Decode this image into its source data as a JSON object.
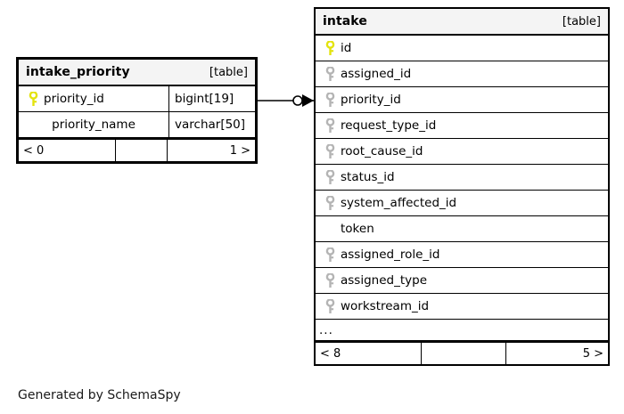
{
  "diagram": {
    "credit": "Generated by SchemaSpy",
    "table_tag": "[table]"
  },
  "tables": [
    {
      "id": "intake_priority",
      "name": "intake_priority",
      "tag": "[table]",
      "columns": [
        {
          "name": "priority_id",
          "type": "bigint[19]",
          "key": "primary"
        },
        {
          "name": "priority_name",
          "type": "varchar[50]",
          "key": "none"
        }
      ],
      "footer": {
        "left": "< 0",
        "middle": "",
        "right": "1 >"
      }
    },
    {
      "id": "intake",
      "name": "intake",
      "tag": "[table]",
      "columns": [
        {
          "name": "id",
          "key": "primary"
        },
        {
          "name": "assigned_id",
          "key": "foreign"
        },
        {
          "name": "priority_id",
          "key": "foreign"
        },
        {
          "name": "request_type_id",
          "key": "foreign"
        },
        {
          "name": "root_cause_id",
          "key": "foreign"
        },
        {
          "name": "status_id",
          "key": "foreign"
        },
        {
          "name": "system_affected_id",
          "key": "foreign"
        },
        {
          "name": "token",
          "key": "none"
        },
        {
          "name": "assigned_role_id",
          "key": "foreign"
        },
        {
          "name": "assigned_type",
          "key": "foreign"
        },
        {
          "name": "workstream_id",
          "key": "foreign"
        },
        {
          "name": "...",
          "key": "none"
        }
      ],
      "footer": {
        "left": "< 8",
        "middle": "",
        "right": "5 >"
      }
    }
  ],
  "relationship": {
    "from_table": "intake_priority",
    "from_column": "priority_id",
    "to_table": "intake",
    "to_column": "priority_id",
    "from_cardinality": "one",
    "to_cardinality": "zero-or-many",
    "notation": "crows-foot"
  },
  "colors": {
    "primary_key": "#e8e80c",
    "foreign_key": "#b4b4b4",
    "header_bg": "#f4f4f4",
    "border": "#000000",
    "background": "#ffffff"
  }
}
